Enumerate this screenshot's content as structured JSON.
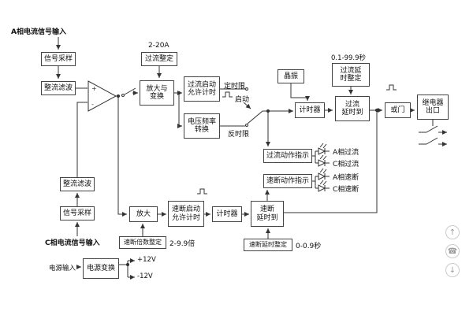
{
  "page": {
    "bg": "#ffffff",
    "line_color": "#333333"
  },
  "labels": {
    "input_a": "A相电流信号输入",
    "input_c": "C相电流信号输入",
    "power_input": "电源输入",
    "oc_range": "2-20A",
    "oc_delay_range": "0.1-99.9秒",
    "qb_multiple_range": "2-9.9倍",
    "qb_delay_range": "0-0.9秒",
    "definite_time": "定时限",
    "inverse_time": "反时限",
    "start": "启动",
    "v_plus": "+12V",
    "v_minus": "-12V",
    "plus_sign": "+",
    "minus_sign": "-"
  },
  "boxes": {
    "signal_sample_a": "信号采样",
    "rectify_filter_a": "整流滤波",
    "oc_setting": "过流整定",
    "amplify_convert": "放大与\n变换",
    "oc_start_timing": "过流启动\n允许计时",
    "vf_convert": "电压频率\n转换",
    "crystal": "晶振",
    "oc_delay_setting": "过流延\n时整定",
    "timer_oc": "计时器",
    "oc_delay_reached": "过流\n延时到",
    "or_gate": "或门",
    "relay_output": "继电器\n出口",
    "oc_action_ind": "过流动作指示",
    "qb_action_ind": "速断动作指示",
    "rectify_filter_c": "整流滤波",
    "signal_sample_c": "信号采样",
    "amplify": "放大",
    "qb_multiple_setting": "速断倍数整定",
    "qb_start_timing": "速断启动\n允许计时",
    "timer_qb": "计时器",
    "qb_delay_reached": "速断\n延时到",
    "qb_delay_setting": "速断延时整定",
    "power_convert": "电源变换"
  },
  "leds": [
    "A相过流",
    "C相过流",
    "A相速断",
    "C相速断"
  ],
  "widgets": [
    {
      "name": "scroll-up",
      "icon": "↑"
    },
    {
      "name": "contact",
      "icon": "☎"
    },
    {
      "name": "scroll-down",
      "icon": "↓"
    }
  ]
}
